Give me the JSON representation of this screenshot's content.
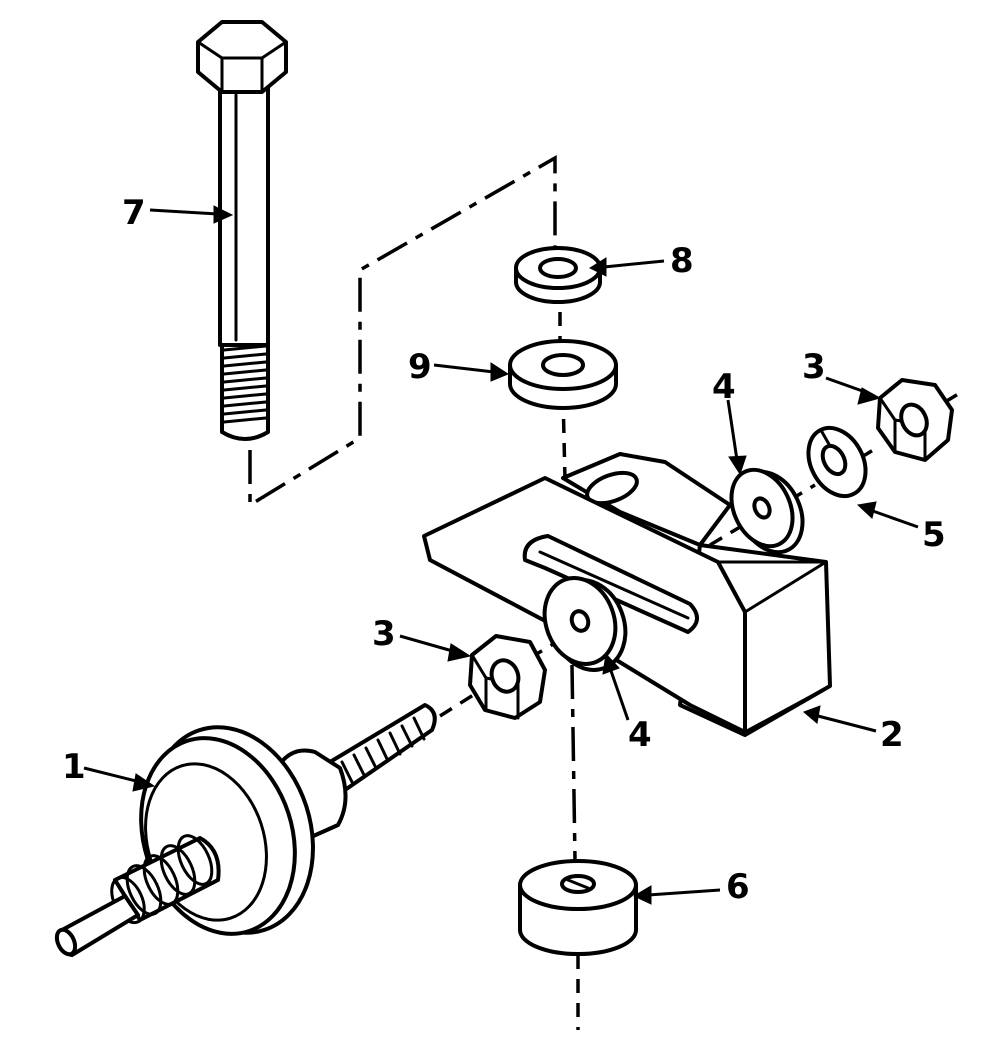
{
  "callouts": [
    {
      "id": "c1",
      "label": "1"
    },
    {
      "id": "c2",
      "label": "2"
    },
    {
      "id": "c3a",
      "label": "3"
    },
    {
      "id": "c3b",
      "label": "3"
    },
    {
      "id": "c4a",
      "label": "4"
    },
    {
      "id": "c4b",
      "label": "4"
    },
    {
      "id": "c5",
      "label": "5"
    },
    {
      "id": "c6",
      "label": "6"
    },
    {
      "id": "c7",
      "label": "7"
    },
    {
      "id": "c8",
      "label": "8"
    },
    {
      "id": "c9",
      "label": "9"
    }
  ],
  "colors": {
    "line": "#000000",
    "background": "#ffffff"
  }
}
